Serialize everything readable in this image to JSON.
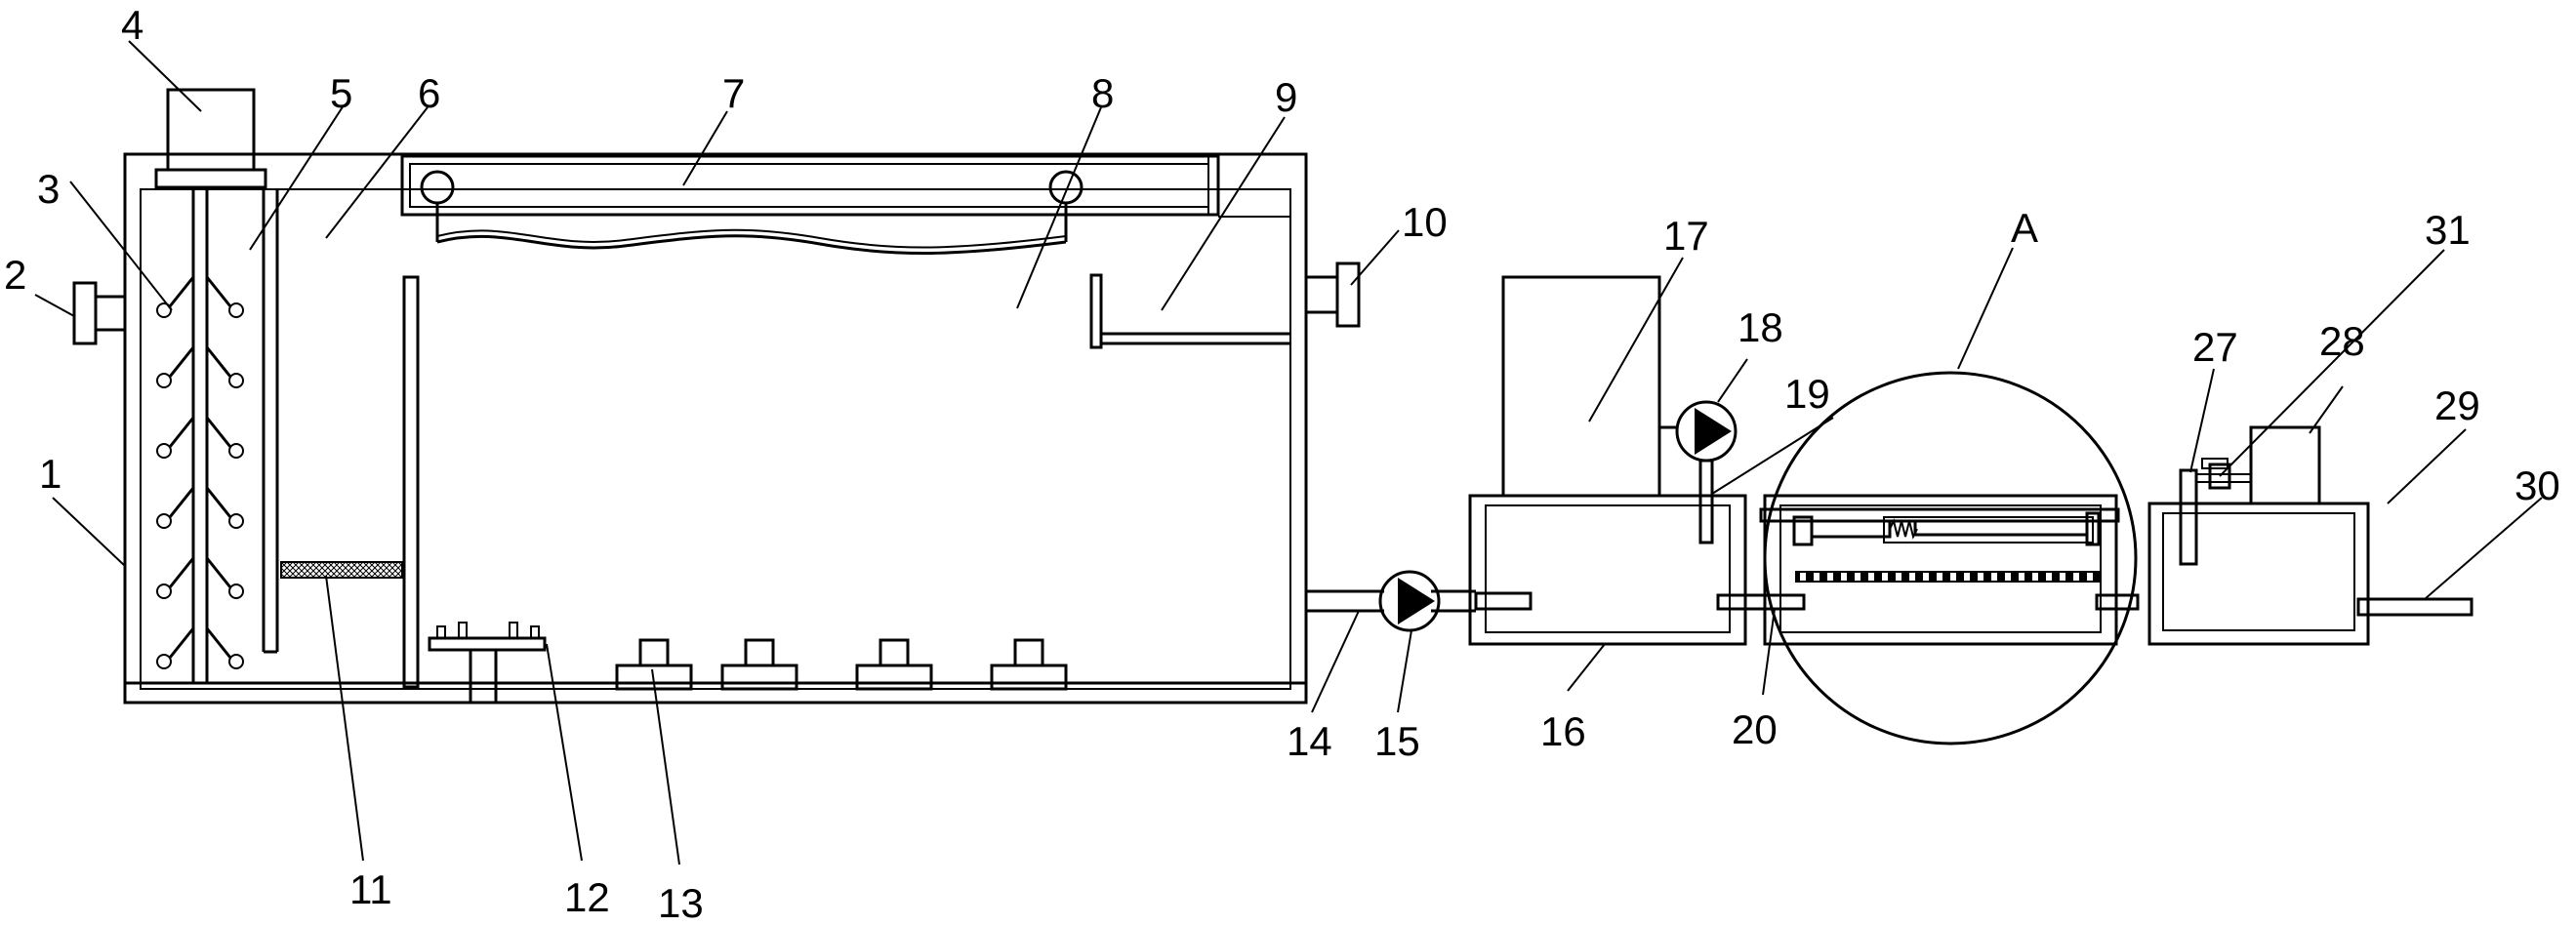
{
  "labels": {
    "l1": "1",
    "l2": "2",
    "l3": "3",
    "l4": "4",
    "l5": "5",
    "l6": "6",
    "l7": "7",
    "l8": "8",
    "l9": "9",
    "l10": "10",
    "l11": "11",
    "l12": "12",
    "l13": "13",
    "l14": "14",
    "l15": "15",
    "l16": "16",
    "l17": "17",
    "l18": "18",
    "l19": "19",
    "l20": "20",
    "lA": "A",
    "l27": "27",
    "l28": "28",
    "l29": "29",
    "l30": "30",
    "l31": "31"
  }
}
